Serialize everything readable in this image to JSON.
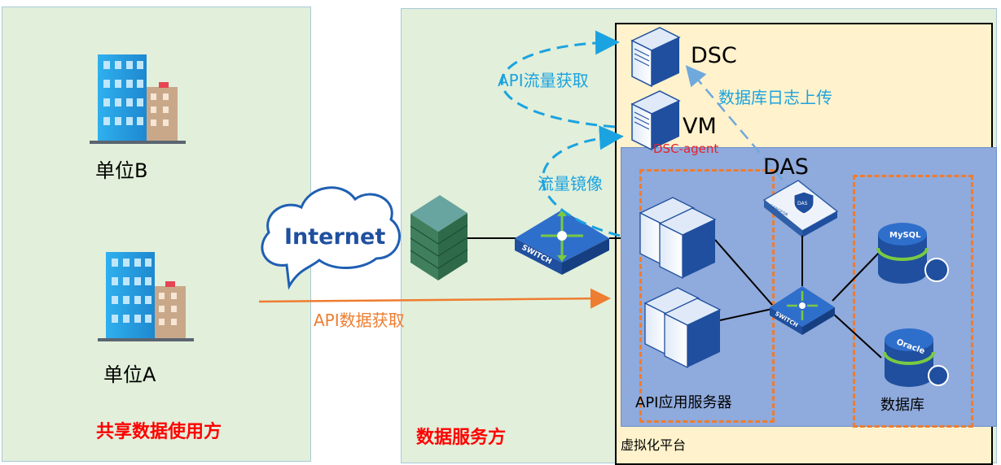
{
  "left_panel": {
    "title": "共享数据使用方",
    "org_b": "单位B",
    "org_a": "单位A"
  },
  "internet_label": "Internet",
  "api_fetch_label": "API数据获取",
  "middle_panel": {
    "title": "数据服务方"
  },
  "virtual_platform": {
    "title": "虚拟化平台"
  },
  "dsc_label": "DSC",
  "vm_label": "VM",
  "dsc_agent_label": "DSC-agent",
  "das_label": "DAS",
  "api_traffic_label": "API流量获取",
  "traffic_mirror_label": "流量镜像",
  "db_log_upload_label": "数据库日志上传",
  "api_servers_label": "API应用服务器",
  "database_label": "数据库",
  "switch_text": "SWITCH",
  "das_device_text": "DAS",
  "das_brand_text": "SANGFOR",
  "mysql_text": "MySQL",
  "oracle_text": "Oracle",
  "colors": {
    "arrow_orange": "#ed7d31",
    "arrow_blue": "#1aa3e0",
    "das_bg": "#8faadc"
  }
}
